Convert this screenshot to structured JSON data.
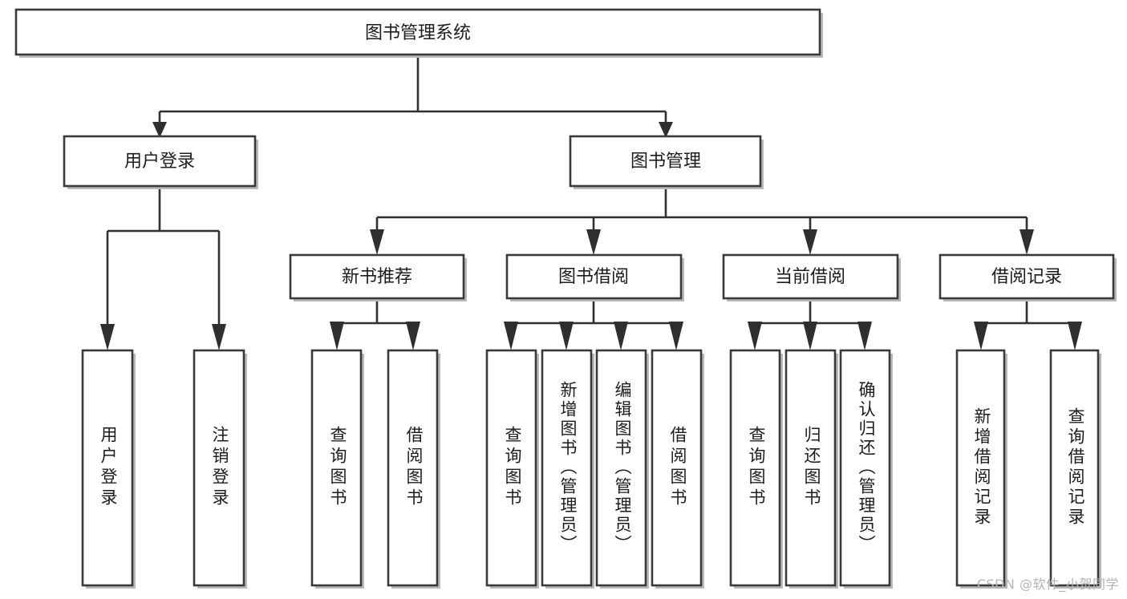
{
  "diagram": {
    "title": "图书管理系统",
    "watermark": "CSDN @软件_小贺同学",
    "type": "tree-hierarchy",
    "orientation": "top-down",
    "levels": 4,
    "colors": {
      "box_fill": "#ffffff",
      "box_stroke": "#3a3a3a",
      "line": "#2f2f2f",
      "text": "#1c1c1c",
      "watermark": "#b4b4b4",
      "background": "#ffffff"
    },
    "root": {
      "id": "root",
      "label": "图书管理系统",
      "orientation": "horizontal"
    },
    "level2": [
      {
        "id": "user-login",
        "label": "用户登录",
        "orientation": "horizontal"
      },
      {
        "id": "book-manage",
        "label": "图书管理",
        "orientation": "horizontal"
      }
    ],
    "level3": [
      {
        "id": "new-book-rec",
        "label": "新书推荐",
        "parent": "book-manage",
        "orientation": "horizontal"
      },
      {
        "id": "book-borrow",
        "label": "图书借阅",
        "parent": "book-manage",
        "orientation": "horizontal"
      },
      {
        "id": "current-borrow",
        "label": "当前借阅",
        "parent": "book-manage",
        "orientation": "horizontal"
      },
      {
        "id": "borrow-record",
        "label": "借阅记录",
        "parent": "book-manage",
        "orientation": "horizontal"
      }
    ],
    "leaves": [
      {
        "id": "leaf-user-login",
        "label": "用户登录",
        "parent": "user-login",
        "orientation": "vertical"
      },
      {
        "id": "leaf-user-logout",
        "label": "注销登录",
        "parent": "user-login",
        "orientation": "vertical"
      },
      {
        "id": "leaf-query-book-1",
        "label": "查询图书",
        "parent": "new-book-rec",
        "orientation": "vertical"
      },
      {
        "id": "leaf-borrow-book-1",
        "label": "借阅图书",
        "parent": "new-book-rec",
        "orientation": "vertical"
      },
      {
        "id": "leaf-query-book-2",
        "label": "查询图书",
        "parent": "book-borrow",
        "orientation": "vertical"
      },
      {
        "id": "leaf-add-book",
        "label": "新增图书（管理员）",
        "parent": "book-borrow",
        "orientation": "vertical"
      },
      {
        "id": "leaf-edit-book",
        "label": "编辑图书（管理员）",
        "parent": "book-borrow",
        "orientation": "vertical"
      },
      {
        "id": "leaf-borrow-book-2",
        "label": "借阅图书",
        "parent": "book-borrow",
        "orientation": "vertical"
      },
      {
        "id": "leaf-query-book-3",
        "label": "查询图书",
        "parent": "current-borrow",
        "orientation": "vertical"
      },
      {
        "id": "leaf-return-book",
        "label": "归还图书",
        "parent": "current-borrow",
        "orientation": "vertical"
      },
      {
        "id": "leaf-confirm-return",
        "label": "确认归还（管理员）",
        "parent": "current-borrow",
        "orientation": "vertical"
      },
      {
        "id": "leaf-add-record",
        "label": "新增借阅记录",
        "parent": "borrow-record",
        "orientation": "vertical"
      },
      {
        "id": "leaf-query-record",
        "label": "查询借阅记录",
        "parent": "borrow-record",
        "orientation": "vertical"
      }
    ]
  }
}
